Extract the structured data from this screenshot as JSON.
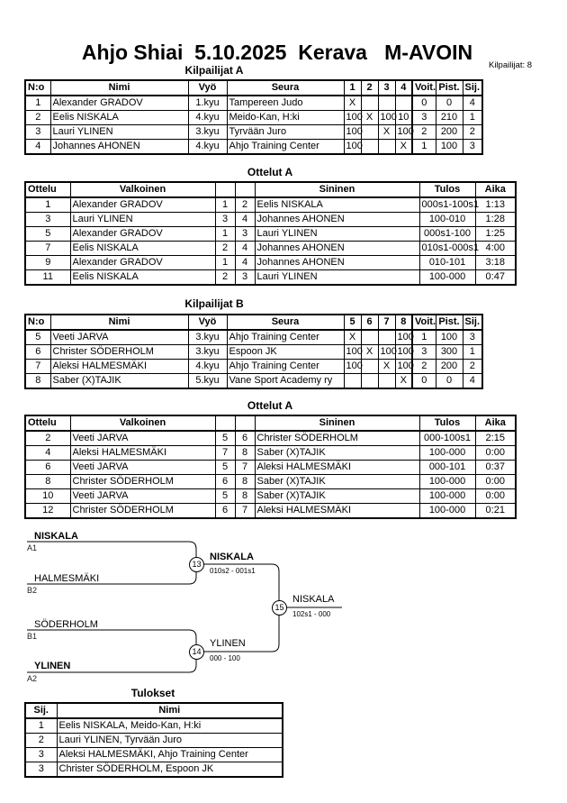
{
  "page": {
    "title": "Ahjo Shiai  5.10.2025  Kerava   M-AVOIN",
    "competitors_label": "Kilpailijat: 8"
  },
  "labels": {
    "pool_a": "Kilpailijat A",
    "matches_a": "Ottelut A",
    "pool_b": "Kilpailijat B",
    "matches_b": "Ottelut A",
    "results": "Tulokset"
  },
  "pool_headers": {
    "no": "N:o",
    "name": "Nimi",
    "belt": "Vyö",
    "club": "Seura",
    "wins": "Voit.",
    "points": "Pist.",
    "place": "Sij."
  },
  "pool_a": {
    "score_cols": [
      "1",
      "2",
      "3",
      "4"
    ],
    "rows": [
      {
        "no": "1",
        "name": "Alexander GRADOV",
        "belt": "1.kyu",
        "club": "Tampereen Judo",
        "scores": [
          "X",
          "",
          "",
          ""
        ],
        "wins": "0",
        "points": "0",
        "place": "4"
      },
      {
        "no": "2",
        "name": "Eelis NISKALA",
        "belt": "4.kyu",
        "club": "Meido-Kan, H:ki",
        "scores": [
          "100",
          "X",
          "100",
          "10"
        ],
        "wins": "3",
        "points": "210",
        "place": "1"
      },
      {
        "no": "3",
        "name": "Lauri YLINEN",
        "belt": "3.kyu",
        "club": "Tyrvään Juro",
        "scores": [
          "100",
          "",
          "X",
          "100"
        ],
        "wins": "2",
        "points": "200",
        "place": "2"
      },
      {
        "no": "4",
        "name": "Johannes AHONEN",
        "belt": "4.kyu",
        "club": "Ahjo Training Center",
        "scores": [
          "100",
          "",
          "",
          "X"
        ],
        "wins": "1",
        "points": "100",
        "place": "3"
      }
    ]
  },
  "pool_b": {
    "score_cols": [
      "5",
      "6",
      "7",
      "8"
    ],
    "rows": [
      {
        "no": "5",
        "name": "Veeti JARVA",
        "belt": "3.kyu",
        "club": "Ahjo Training Center",
        "scores": [
          "X",
          "",
          "",
          "100"
        ],
        "wins": "1",
        "points": "100",
        "place": "3"
      },
      {
        "no": "6",
        "name": "Christer SÖDERHOLM",
        "belt": "3.kyu",
        "club": "Espoon JK",
        "scores": [
          "100",
          "X",
          "100",
          "100"
        ],
        "wins": "3",
        "points": "300",
        "place": "1"
      },
      {
        "no": "7",
        "name": "Aleksi HALMESMÄKI",
        "belt": "4.kyu",
        "club": "Ahjo Training Center",
        "scores": [
          "100",
          "",
          "X",
          "100"
        ],
        "wins": "2",
        "points": "200",
        "place": "2"
      },
      {
        "no": "8",
        "name": "Saber (X)TAJIK",
        "belt": "5.kyu",
        "club": "Vane Sport Academy ry",
        "scores": [
          "",
          "",
          "",
          "X"
        ],
        "wins": "0",
        "points": "0",
        "place": "4"
      }
    ]
  },
  "match_headers": {
    "match": "Ottelu",
    "white": "Valkoinen",
    "blue": "Sininen",
    "result": "Tulos",
    "time": "Aika"
  },
  "matches_a": {
    "rows": [
      {
        "no": "1",
        "white": "Alexander GRADOV",
        "white_no": "1",
        "blue_no": "2",
        "blue": "Eelis NISKALA",
        "result": "000s1-100s1",
        "time": "1:13"
      },
      {
        "no": "3",
        "white": "Lauri YLINEN",
        "white_no": "3",
        "blue_no": "4",
        "blue": "Johannes AHONEN",
        "result": "100-010",
        "time": "1:28"
      },
      {
        "no": "5",
        "white": "Alexander GRADOV",
        "white_no": "1",
        "blue_no": "3",
        "blue": "Lauri YLINEN",
        "result": "000s1-100",
        "time": "1:25"
      },
      {
        "no": "7",
        "white": "Eelis NISKALA",
        "white_no": "2",
        "blue_no": "4",
        "blue": "Johannes AHONEN",
        "result": "010s1-000s1",
        "time": "4:00"
      },
      {
        "no": "9",
        "white": "Alexander GRADOV",
        "white_no": "1",
        "blue_no": "4",
        "blue": "Johannes AHONEN",
        "result": "010-101",
        "time": "3:18"
      },
      {
        "no": "11",
        "white": "Eelis NISKALA",
        "white_no": "2",
        "blue_no": "3",
        "blue": "Lauri YLINEN",
        "result": "100-000",
        "time": "0:47"
      }
    ]
  },
  "matches_b": {
    "rows": [
      {
        "no": "2",
        "white": "Veeti JARVA",
        "white_no": "5",
        "blue_no": "6",
        "blue": "Christer SÖDERHOLM",
        "result": "000-100s1",
        "time": "2:15"
      },
      {
        "no": "4",
        "white": "Aleksi HALMESMÄKI",
        "white_no": "7",
        "blue_no": "8",
        "blue": "Saber (X)TAJIK",
        "result": "100-000",
        "time": "0:00"
      },
      {
        "no": "6",
        "white": "Veeti JARVA",
        "white_no": "5",
        "blue_no": "7",
        "blue": "Aleksi HALMESMÄKI",
        "result": "000-101",
        "time": "0:37"
      },
      {
        "no": "8",
        "white": "Christer SÖDERHOLM",
        "white_no": "6",
        "blue_no": "8",
        "blue": "Saber (X)TAJIK",
        "result": "100-000",
        "time": "0:00"
      },
      {
        "no": "10",
        "white": "Veeti JARVA",
        "white_no": "5",
        "blue_no": "8",
        "blue": "Saber (X)TAJIK",
        "result": "100-000",
        "time": "0:00"
      },
      {
        "no": "12",
        "white": "Christer SÖDERHOLM",
        "white_no": "6",
        "blue_no": "7",
        "blue": "Aleksi HALMESMÄKI",
        "result": "100-000",
        "time": "0:21"
      }
    ]
  },
  "bracket": {
    "entries": [
      {
        "name": "NISKALA",
        "seed": "A1"
      },
      {
        "name": "HALMESMÄKI",
        "seed": "B2"
      },
      {
        "name": "SÖDERHOLM",
        "seed": "B1"
      },
      {
        "name": "YLINEN",
        "seed": "A2"
      }
    ],
    "matches": [
      {
        "no": "13",
        "winner": "NISKALA",
        "score": "010s2 - 001s1"
      },
      {
        "no": "14",
        "winner": "YLINEN",
        "score": "000 - 100"
      },
      {
        "no": "15",
        "winner": "NISKALA",
        "score": "102s1 - 000"
      }
    ]
  },
  "results": {
    "headers": {
      "place": "Sij.",
      "name": "Nimi"
    },
    "rows": [
      {
        "place": "1",
        "name": "Eelis NISKALA, Meido-Kan, H:ki"
      },
      {
        "place": "2",
        "name": "Lauri YLINEN, Tyrvään Juro"
      },
      {
        "place": "3",
        "name": "Aleksi HALMESMÄKI, Ahjo Training Center"
      },
      {
        "place": "3",
        "name": "Christer SÖDERHOLM, Espoon JK"
      }
    ]
  }
}
